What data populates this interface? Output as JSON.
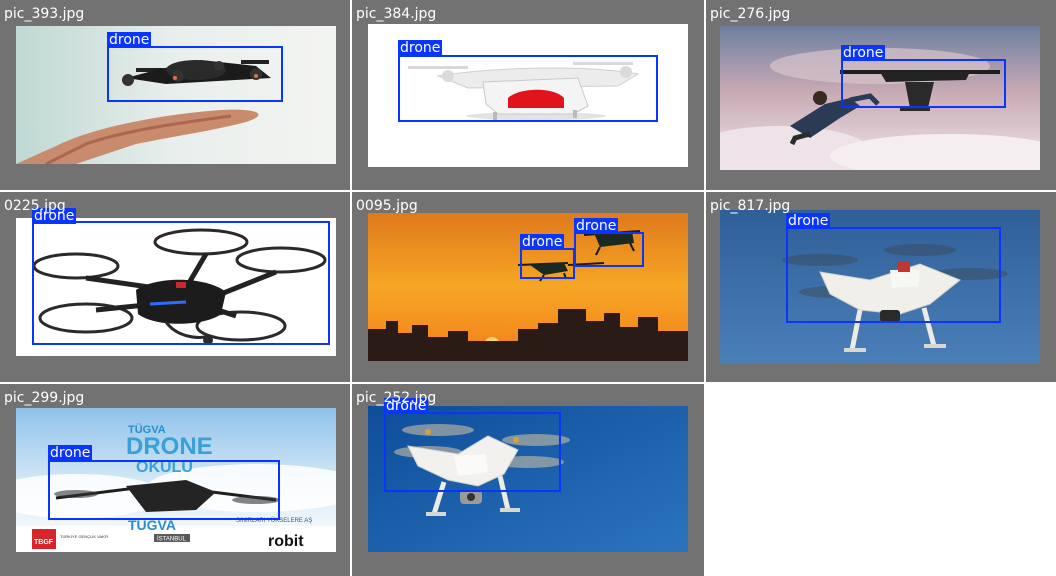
{
  "colors": {
    "tile_bg": "#727272",
    "box": "#0a35ff",
    "label_text": "#ffffff",
    "page_bg": "#ffffff"
  },
  "tiles": [
    {
      "filename": "pic_393.jpg",
      "detections": [
        {
          "label": "drone"
        }
      ]
    },
    {
      "filename": "pic_384.jpg",
      "detections": [
        {
          "label": "drone"
        }
      ]
    },
    {
      "filename": "pic_276.jpg",
      "detections": [
        {
          "label": "drone"
        }
      ]
    },
    {
      "filename": "0225.jpg",
      "detections": [
        {
          "label": "drone"
        }
      ]
    },
    {
      "filename": "0095.jpg",
      "detections": [
        {
          "label": "drone"
        },
        {
          "label": "drone"
        }
      ]
    },
    {
      "filename": "pic_817.jpg",
      "detections": [
        {
          "label": "drone"
        }
      ]
    },
    {
      "filename": "pic_299.jpg",
      "detections": [
        {
          "label": "drone"
        }
      ],
      "image_text": {
        "brand_top": "TÜGVA",
        "title_1": "DRONE",
        "title_2": "OKULU",
        "brand_bottom": "TÜGVA",
        "city": "İSTANBUL",
        "slogan": "SINIRLARI YÜKSELERE AŞ",
        "sponsor": "robit",
        "org_small": "TÜRKİYE GENÇLİK VAKFI",
        "badge": "TBGF"
      }
    },
    {
      "filename": "pic_252.jpg",
      "detections": [
        {
          "label": "drone"
        }
      ]
    }
  ]
}
